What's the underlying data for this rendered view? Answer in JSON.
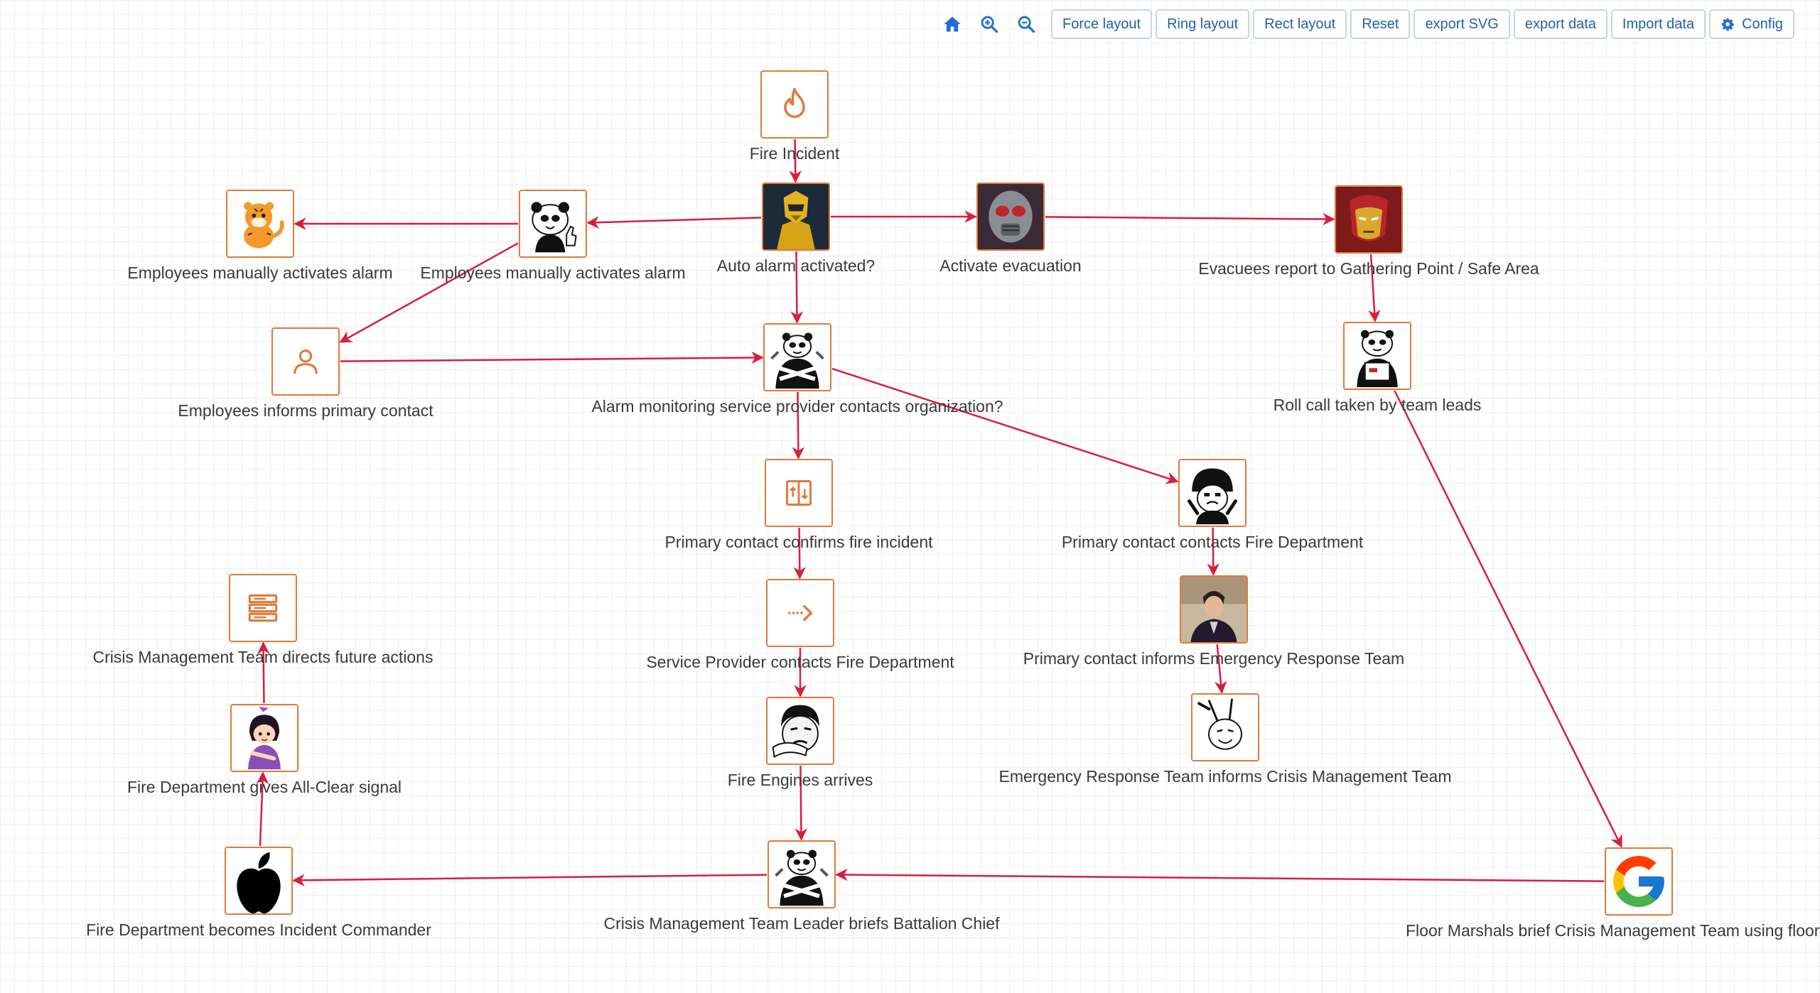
{
  "toolbar": {
    "icons": [
      "home-icon",
      "zoom-in-icon",
      "zoom-out-icon"
    ],
    "buttons": [
      "Force layout",
      "Ring layout",
      "Rect layout",
      "Reset",
      "export SVG",
      "export data",
      "Import data",
      "Config"
    ]
  },
  "colors": {
    "edge": "#d81e3c",
    "node_border": "#e07a3a",
    "button_text": "#1f5fae",
    "grid": "#eeeeee"
  },
  "nodes": [
    {
      "id": "fire_incident",
      "label": "Fire Incident",
      "icon": "fire-icon"
    },
    {
      "id": "auto_alarm",
      "label": "Auto alarm activated?",
      "icon": "armored-hero-avatar"
    },
    {
      "id": "activate_evac",
      "label": "Activate evacuation",
      "icon": "helmet-hero-avatar"
    },
    {
      "id": "evacuees_report",
      "label": "Evacuees report to Gathering Point / Safe Area",
      "icon": "iron-hero-avatar"
    },
    {
      "id": "emp_manual_2",
      "label": "Employees manually activates alarm",
      "icon": "panda-thumbs-up-meme"
    },
    {
      "id": "emp_manual_1",
      "label": "Employees manually activates alarm",
      "icon": "cartoon-tiger"
    },
    {
      "id": "emp_informs",
      "label": "Employees informs primary contact",
      "icon": "user-icon"
    },
    {
      "id": "alarm_monitor",
      "label": "Alarm monitoring service provider contacts organization?",
      "icon": "panda-arms-crossed-meme"
    },
    {
      "id": "roll_call",
      "label": "Roll call taken by team leads",
      "icon": "panda-sign-meme"
    },
    {
      "id": "confirms",
      "label": "Primary contact confirms fire incident",
      "icon": "swap-vertical-icon"
    },
    {
      "id": "contacts_fd",
      "label": "Primary contact contacts Fire Department",
      "icon": "helmet-cartoon-meme"
    },
    {
      "id": "sp_contacts_fd",
      "label": "Service Provider contacts Fire Department",
      "icon": "arrow-right-dots-icon"
    },
    {
      "id": "informs_ert",
      "label": "Primary contact informs Emergency Response Team",
      "icon": "portrait-photo"
    },
    {
      "id": "engines_arrive",
      "label": "Fire Engines arrives",
      "icon": "facepalm-meme"
    },
    {
      "id": "ert_informs_cmt",
      "label": "Emergency Response Team informs Crisis Management Team",
      "icon": "rabbit-meme"
    },
    {
      "id": "cmt_directs",
      "label": "Crisis Management Team directs future actions",
      "icon": "server-stack-icon"
    },
    {
      "id": "all_clear",
      "label": "Fire Department gives All-Clear signal",
      "icon": "cartoon-girl"
    },
    {
      "id": "fd_commander",
      "label": "Fire Department becomes Incident Commander",
      "icon": "apple-logo"
    },
    {
      "id": "cmt_briefs",
      "label": "Crisis Management Team Leader briefs Battalion Chief",
      "icon": "panda-arms-crossed-meme"
    },
    {
      "id": "floor_marshals",
      "label": "Floor Marshals brief Crisis Management Team using floor",
      "icon": "google-logo"
    }
  ],
  "edges": [
    [
      "fire_incident",
      "auto_alarm"
    ],
    [
      "auto_alarm",
      "activate_evac"
    ],
    [
      "activate_evac",
      "evacuees_report"
    ],
    [
      "auto_alarm",
      "emp_manual_2"
    ],
    [
      "emp_manual_2",
      "emp_manual_1"
    ],
    [
      "emp_manual_2",
      "emp_informs"
    ],
    [
      "emp_informs",
      "alarm_monitor"
    ],
    [
      "auto_alarm",
      "alarm_monitor"
    ],
    [
      "evacuees_report",
      "roll_call"
    ],
    [
      "alarm_monitor",
      "confirms"
    ],
    [
      "alarm_monitor",
      "contacts_fd"
    ],
    [
      "confirms",
      "sp_contacts_fd"
    ],
    [
      "contacts_fd",
      "informs_ert"
    ],
    [
      "sp_contacts_fd",
      "engines_arrive"
    ],
    [
      "informs_ert",
      "ert_informs_cmt"
    ],
    [
      "engines_arrive",
      "cmt_briefs"
    ],
    [
      "roll_call",
      "floor_marshals"
    ],
    [
      "floor_marshals",
      "cmt_briefs"
    ],
    [
      "cmt_briefs",
      "fd_commander"
    ],
    [
      "fd_commander",
      "all_clear"
    ],
    [
      "all_clear",
      "cmt_directs"
    ]
  ]
}
